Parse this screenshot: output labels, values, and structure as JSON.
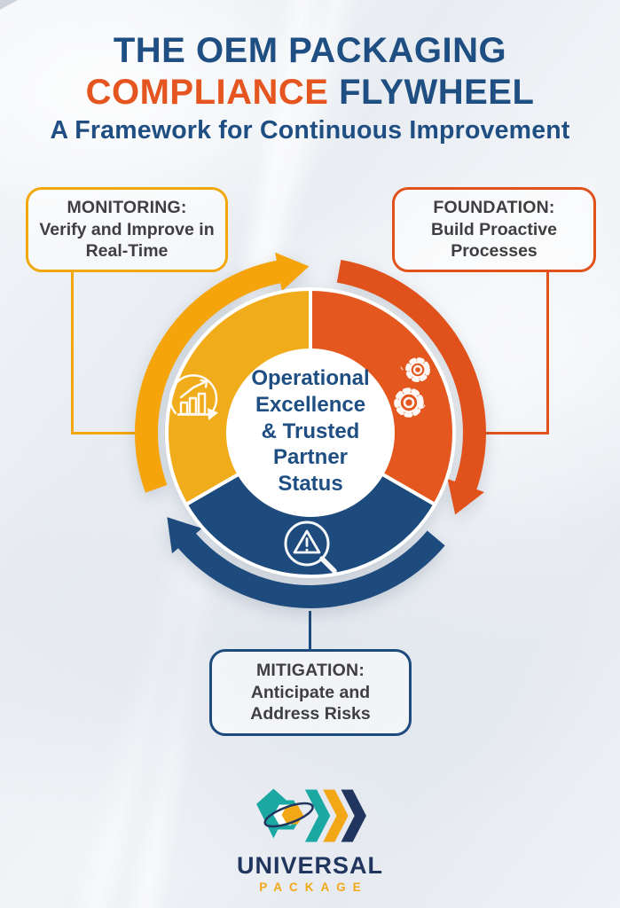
{
  "header": {
    "title_line1": "THE OEM PACKAGING",
    "title_line2_highlight": "COMPLIANCE",
    "title_line2_rest": " FLYWHEEL",
    "subtitle": "A Framework for Continuous Improvement"
  },
  "callouts": {
    "monitoring": {
      "heading": "MONITORING:",
      "body": "Verify and Improve in Real-Time",
      "accent": "#F2A70D"
    },
    "foundation": {
      "heading": "FOUNDATION:",
      "body": "Build Proactive Processes",
      "accent": "#E0511C"
    },
    "mitigation": {
      "heading": "MITIGATION:",
      "body": "Anticipate and Address Risks",
      "accent": "#1E4B7D"
    }
  },
  "flywheel": {
    "center": {
      "lines": [
        "Operational",
        "Excellence",
        "& Trusted",
        "Partner",
        "Status"
      ]
    },
    "segments": [
      {
        "name": "monitoring",
        "color": "#F2A70D",
        "icon": "chart-growth-refresh-icon"
      },
      {
        "name": "foundation",
        "color": "#E0511C",
        "icon": "gears-icon"
      },
      {
        "name": "mitigation",
        "color": "#1E4B7D",
        "icon": "risk-magnifier-icon"
      }
    ],
    "rotation": "clockwise"
  },
  "logo": {
    "name": "UNIVERSAL",
    "subname": "PACKAGE"
  },
  "palette": {
    "background": "#EDEFF3",
    "title_blue": "#1E4E82",
    "title_orange": "#E5551F",
    "monitoring_yellow": "#F2A70D",
    "foundation_orange": "#E0511C",
    "mitigation_navy": "#1E4B7D",
    "text_dark": "#3F3F41",
    "hub_white": "#FFFFFF",
    "logo_teal": "#1BA8A2",
    "logo_amber": "#F2A716",
    "logo_navy": "#21365E"
  }
}
